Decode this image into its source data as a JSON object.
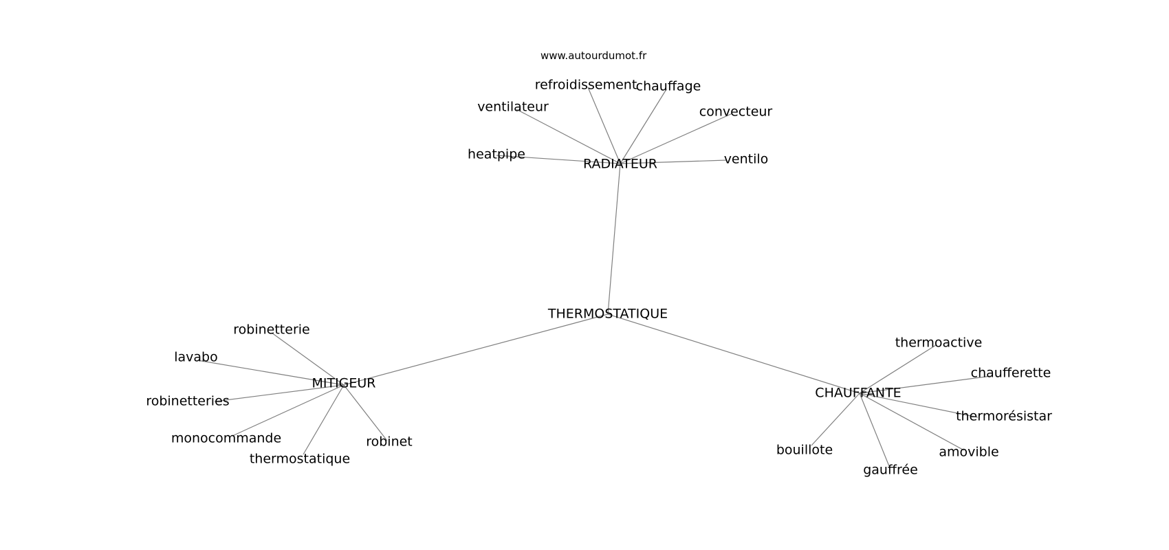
{
  "source_label": "www.autourdumot.fr",
  "graph": {
    "nodes": [
      {
        "id": "thermostatique_center",
        "label": "THERMOSTATIQUE"
      },
      {
        "id": "radiateur",
        "label": "RADIATEUR"
      },
      {
        "id": "mitigeur",
        "label": "MITIGEUR"
      },
      {
        "id": "chauffante",
        "label": "CHAUFFANTE"
      },
      {
        "id": "refroidissement",
        "label": "refroidissement"
      },
      {
        "id": "chauffage",
        "label": "chauffage"
      },
      {
        "id": "ventilateur",
        "label": "ventilateur"
      },
      {
        "id": "convecteur",
        "label": "convecteur"
      },
      {
        "id": "heatpipe",
        "label": "heatpipe"
      },
      {
        "id": "ventilo",
        "label": "ventilo"
      },
      {
        "id": "robinetterie",
        "label": "robinetterie"
      },
      {
        "id": "lavabo",
        "label": "lavabo"
      },
      {
        "id": "robinetteries",
        "label": "robinetteries"
      },
      {
        "id": "monocommande",
        "label": "monocommande"
      },
      {
        "id": "thermostatique",
        "label": "thermostatique"
      },
      {
        "id": "robinet",
        "label": "robinet"
      },
      {
        "id": "thermoactive",
        "label": "thermoactive"
      },
      {
        "id": "chaufferette",
        "label": "chaufferette"
      },
      {
        "id": "thermoresistar",
        "label": "thermorésistar"
      },
      {
        "id": "amovible",
        "label": "amovible"
      },
      {
        "id": "gauffree",
        "label": "gauffrée"
      },
      {
        "id": "bouillote",
        "label": "bouillote"
      }
    ],
    "edges": [
      [
        "thermostatique_center",
        "radiateur"
      ],
      [
        "thermostatique_center",
        "mitigeur"
      ],
      [
        "thermostatique_center",
        "chauffante"
      ],
      [
        "radiateur",
        "refroidissement"
      ],
      [
        "radiateur",
        "chauffage"
      ],
      [
        "radiateur",
        "ventilateur"
      ],
      [
        "radiateur",
        "convecteur"
      ],
      [
        "radiateur",
        "heatpipe"
      ],
      [
        "radiateur",
        "ventilo"
      ],
      [
        "mitigeur",
        "robinetterie"
      ],
      [
        "mitigeur",
        "lavabo"
      ],
      [
        "mitigeur",
        "robinetteries"
      ],
      [
        "mitigeur",
        "monocommande"
      ],
      [
        "mitigeur",
        "thermostatique"
      ],
      [
        "mitigeur",
        "robinet"
      ],
      [
        "chauffante",
        "thermoactive"
      ],
      [
        "chauffante",
        "chaufferette"
      ],
      [
        "chauffante",
        "thermoresistar"
      ],
      [
        "chauffante",
        "amovible"
      ],
      [
        "chauffante",
        "gauffree"
      ],
      [
        "chauffante",
        "bouillote"
      ]
    ]
  }
}
